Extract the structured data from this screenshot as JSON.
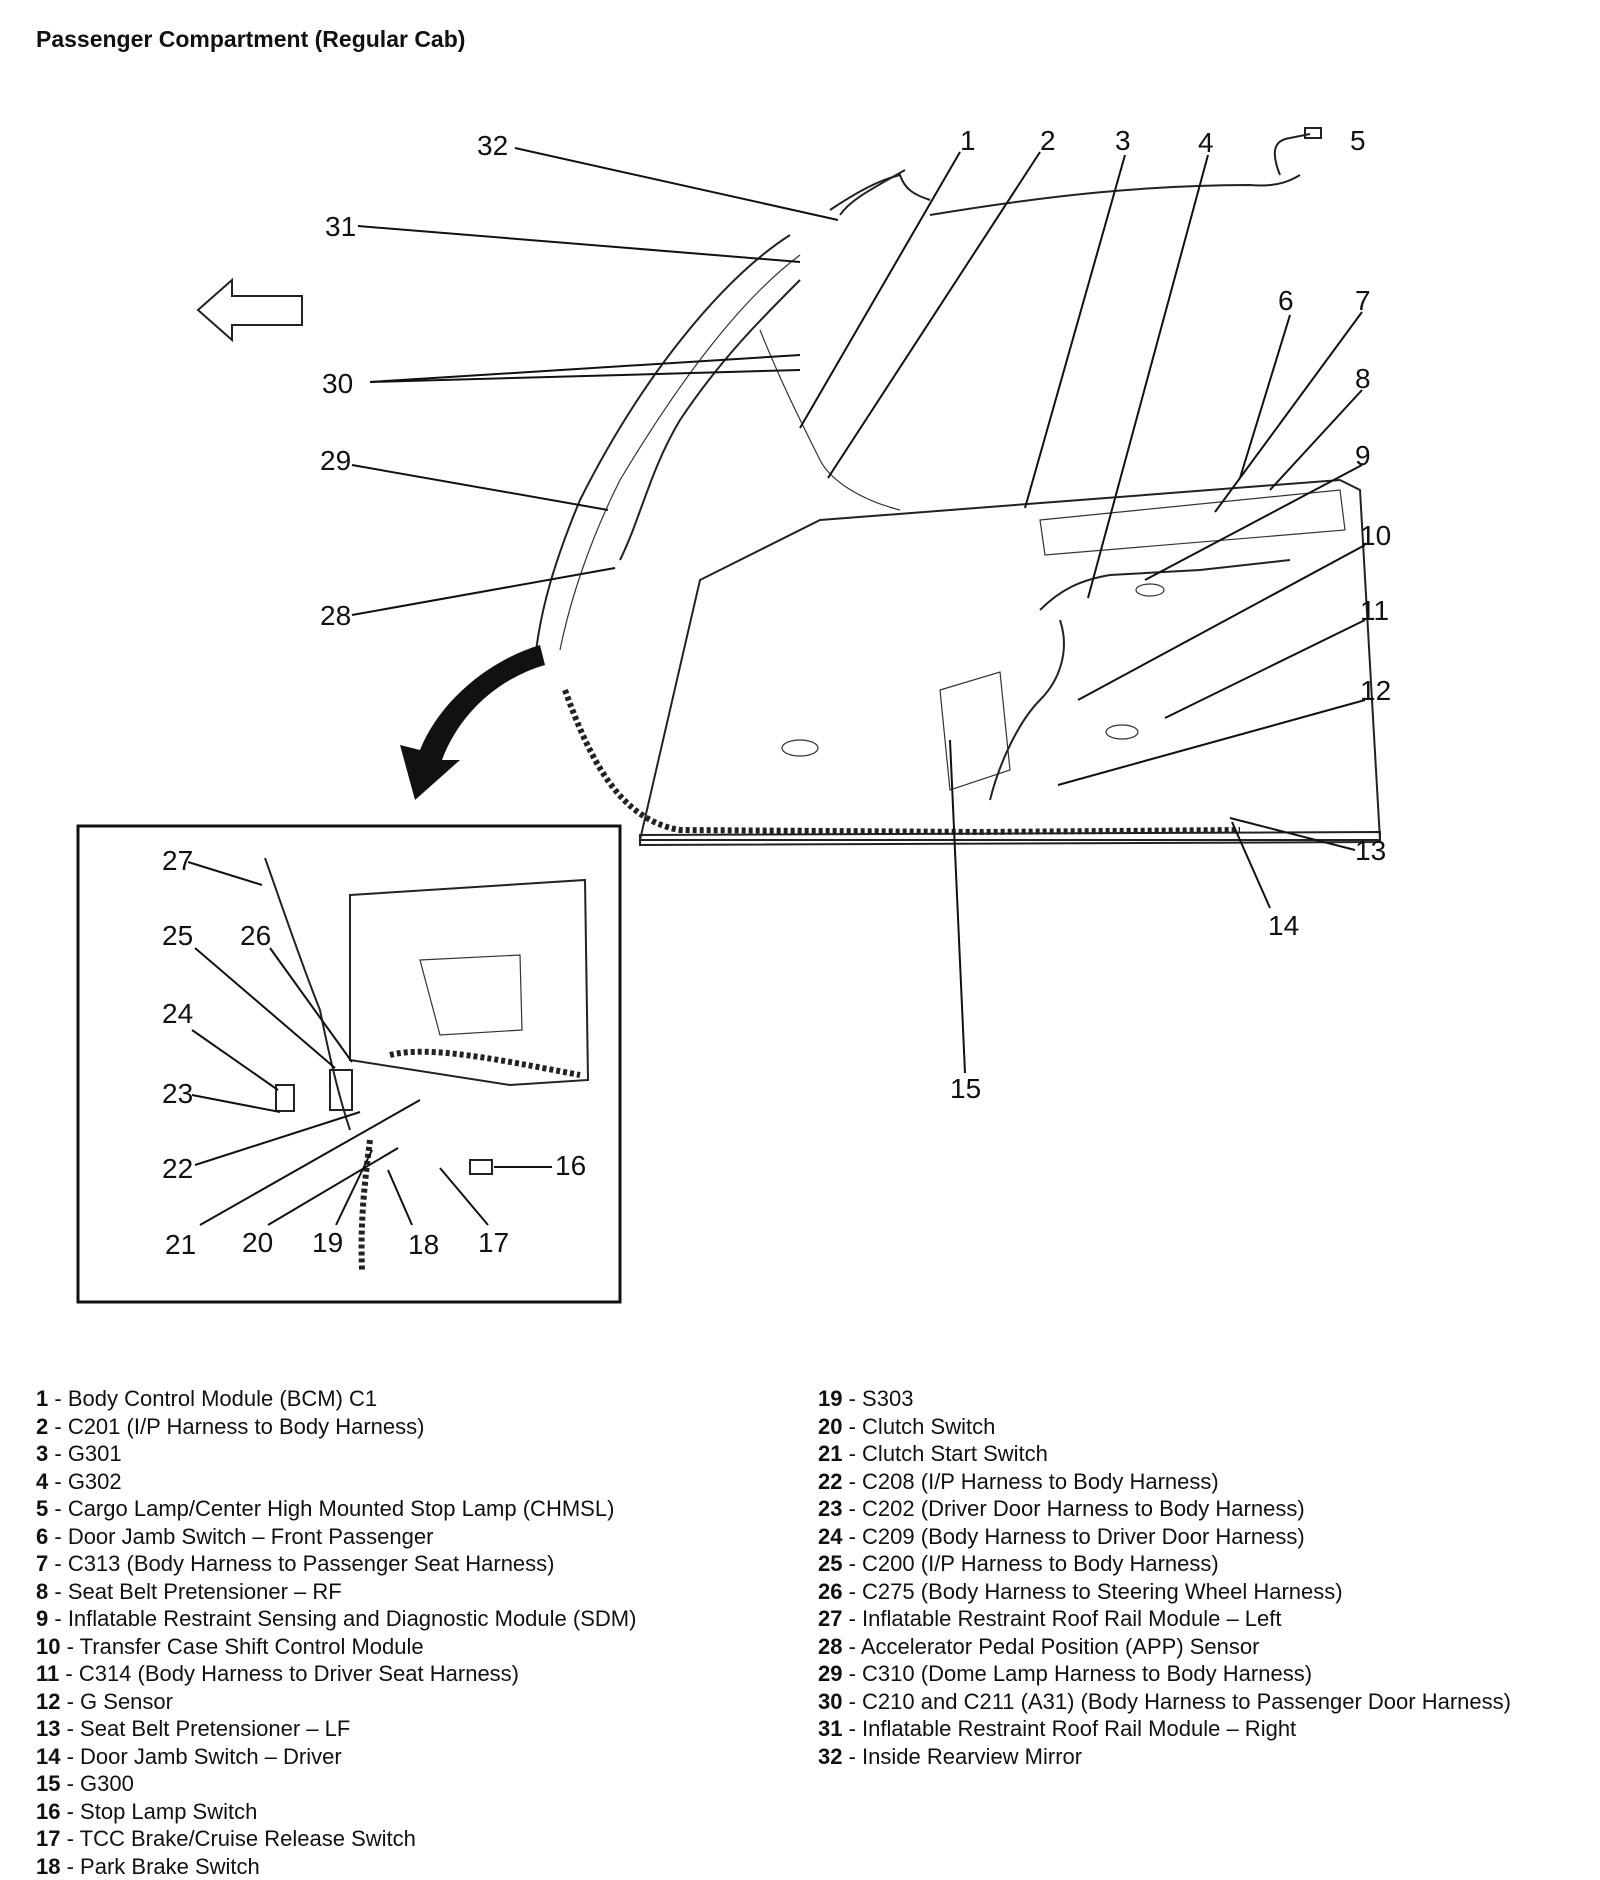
{
  "title": "Passenger Compartment (Regular Cab)",
  "callouts": [
    "1",
    "2",
    "3",
    "4",
    "5",
    "6",
    "7",
    "8",
    "9",
    "10",
    "11",
    "12",
    "13",
    "14",
    "15",
    "16",
    "17",
    "18",
    "19",
    "20",
    "21",
    "22",
    "23",
    "24",
    "25",
    "26",
    "27",
    "28",
    "29",
    "30",
    "31",
    "32"
  ],
  "legend": [
    {
      "num": "1",
      "text": "Body Control Module (BCM) C1"
    },
    {
      "num": "2",
      "text": "C201 (I/P Harness to Body Harness)"
    },
    {
      "num": "3",
      "text": "G301"
    },
    {
      "num": "4",
      "text": "G302"
    },
    {
      "num": "5",
      "text": "Cargo Lamp/Center High Mounted Stop Lamp (CHMSL)"
    },
    {
      "num": "6",
      "text": "Door Jamb Switch – Front Passenger"
    },
    {
      "num": "7",
      "text": "C313 (Body Harness to Passenger Seat Harness)"
    },
    {
      "num": "8",
      "text": "Seat Belt Pretensioner – RF"
    },
    {
      "num": "9",
      "text": "Inflatable Restraint Sensing and Diagnostic Module (SDM)"
    },
    {
      "num": "10",
      "text": "Transfer Case Shift Control Module"
    },
    {
      "num": "11",
      "text": "C314 (Body Harness to Driver Seat Harness)"
    },
    {
      "num": "12",
      "text": "G Sensor"
    },
    {
      "num": "13",
      "text": "Seat Belt Pretensioner – LF"
    },
    {
      "num": "14",
      "text": "Door Jamb Switch – Driver"
    },
    {
      "num": "15",
      "text": "G300"
    },
    {
      "num": "16",
      "text": "Stop Lamp Switch"
    },
    {
      "num": "17",
      "text": "TCC Brake/Cruise Release Switch"
    },
    {
      "num": "18",
      "text": "Park Brake Switch"
    },
    {
      "num": "19",
      "text": "S303"
    },
    {
      "num": "20",
      "text": "Clutch Switch"
    },
    {
      "num": "21",
      "text": "Clutch Start Switch"
    },
    {
      "num": "22",
      "text": "C208 (I/P Harness to Body Harness)"
    },
    {
      "num": "23",
      "text": "C202 (Driver Door Harness to Body Harness)"
    },
    {
      "num": "24",
      "text": "C209 (Body Harness to Driver Door Harness)"
    },
    {
      "num": "25",
      "text": "C200 (I/P Harness to Body Harness)"
    },
    {
      "num": "26",
      "text": "C275 (Body Harness to Steering Wheel Harness)"
    },
    {
      "num": "27",
      "text": "Inflatable Restraint Roof Rail Module – Left"
    },
    {
      "num": "28",
      "text": "Accelerator Pedal Position (APP) Sensor"
    },
    {
      "num": "29",
      "text": "C310 (Dome Lamp Harness to Body Harness)"
    },
    {
      "num": "30",
      "text": "C210 and C211 (A31) (Body Harness to Passenger Door Harness)"
    },
    {
      "num": "31",
      "text": "Inflatable Restraint Roof Rail Module – Right"
    },
    {
      "num": "32",
      "text": "Inside Rearview Mirror"
    }
  ]
}
